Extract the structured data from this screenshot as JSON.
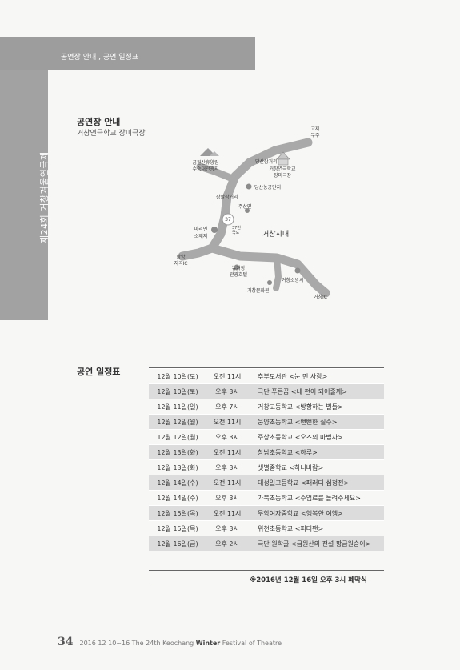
{
  "header": {
    "title": "공연장 안내 , 공연 일정표"
  },
  "side": {
    "text": "제24회 거창겨울연극제"
  },
  "venue": {
    "section_title": "공연장 안내",
    "name": "거창연극학교 장미극장"
  },
  "map": {
    "labels": {
      "gochang": "고제\n무주",
      "geumwon": "금원산휴양림\n수승대관광지",
      "dangsan": "당산삼거리",
      "school": "거창연극학교\n장미극장",
      "dangsan_complex": "당산농공단지",
      "jangpal": "장팔삼거리",
      "jusang": "주상면",
      "route": "37",
      "route2": "37번\n국도",
      "mari": "마리면\n소재지",
      "geochang_city": "거창시내",
      "hamyang": "함양\n지곡IC",
      "hotel": "뉴거창\n관광호텔",
      "fire": "거창소방서",
      "culture": "거창문화원",
      "ic": "거창IC"
    }
  },
  "schedule": {
    "section_title": "공연 일정표",
    "rows": [
      {
        "date": "12월 10일(토)",
        "time": "오전 11시",
        "program": "추부도서관 <눈 먼 사랑>"
      },
      {
        "date": "12월 10일(토)",
        "time": "오후 3시",
        "program": "극단 푸른꿈 <네 편이 되어줄께>"
      },
      {
        "date": "12월 11일(일)",
        "time": "오후 7시",
        "program": "거창고등학교 <방황하는 별들>"
      },
      {
        "date": "12월 12일(월)",
        "time": "오전 11시",
        "program": "웅양초등학교 <뻔뻔한 실수>"
      },
      {
        "date": "12월 12일(월)",
        "time": "오후 3시",
        "program": "주상초등학교 <오즈의 마법사>"
      },
      {
        "date": "12월 13일(화)",
        "time": "오전 11시",
        "program": "창남초등학교 <하루>"
      },
      {
        "date": "12월 13일(화)",
        "time": "오후 3시",
        "program": "샛별중학교 <하니바람>"
      },
      {
        "date": "12월 14일(수)",
        "time": "오전 11시",
        "program": "대성일고등학교 <패러디 심청전>"
      },
      {
        "date": "12월 14일(수)",
        "time": "오후 3시",
        "program": "가북초등학교 <수업료를 돌려주세요>"
      },
      {
        "date": "12월 15일(목)",
        "time": "오전 11시",
        "program": "무학여자중학교 <행복한 여행>"
      },
      {
        "date": "12월 15일(목)",
        "time": "오후 3시",
        "program": "위천초등학교 <피터팬>"
      },
      {
        "date": "12월 16일(금)",
        "time": "오후 2시",
        "program": "극단 원학골 <금원산의 전설 황금원숭이>"
      }
    ],
    "closing": "※2016년 12월 16일 오후 3시 폐막식"
  },
  "footer": {
    "page": "34",
    "pre": "2016 12 10~16 The 24th Keochang ",
    "bold": "Winter",
    "post": " Festival of Theatre"
  }
}
